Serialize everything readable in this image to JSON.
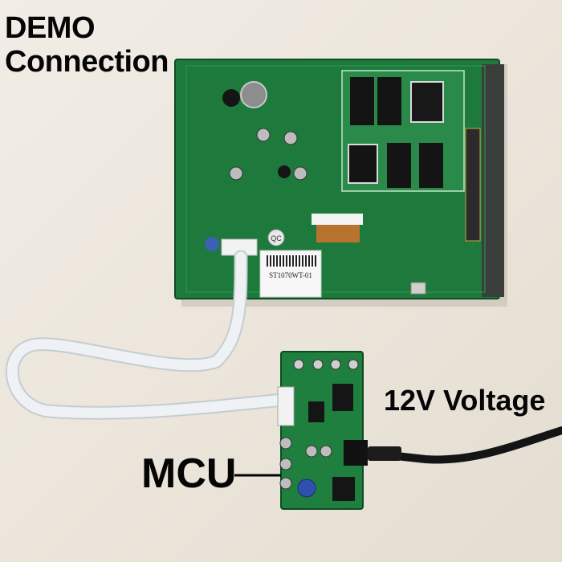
{
  "labels": {
    "title_line1": "DEMO",
    "title_line2": "Connection",
    "voltage": "12V Voltage",
    "mcu": "MCU"
  },
  "boards": {
    "display_board": {
      "sticker_text": "ST1070WT-01",
      "qc_badge": "QC"
    }
  },
  "colors": {
    "pcb_green": "#1f7a3e",
    "pcb_dark": "#155c2c",
    "cable": "#e9eef2",
    "power_cable": "#141414",
    "background": "#ece6dc"
  }
}
